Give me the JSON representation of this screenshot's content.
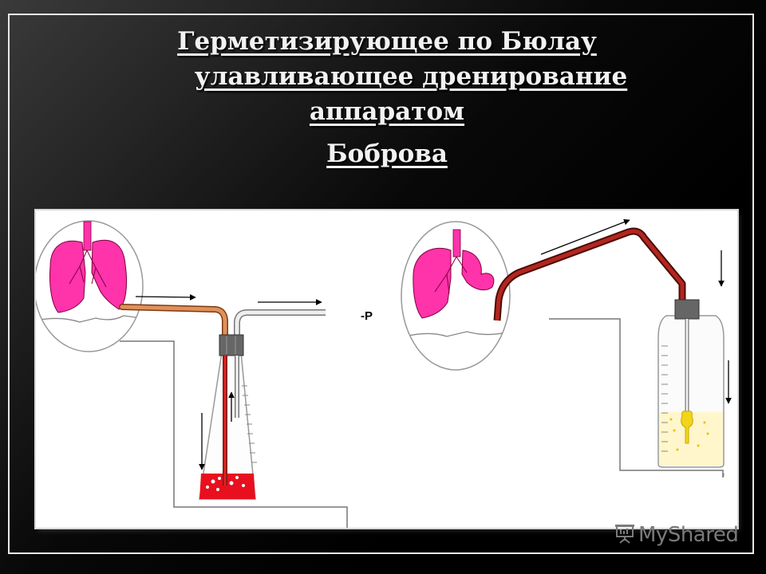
{
  "title": {
    "line1": "Герметизирующее    по  Бюлау",
    "line2": "улавливающее дренирование",
    "line3": "аппаратом",
    "line4": "Боброва"
  },
  "diagram": {
    "pressure_label": "-P"
  },
  "watermark": {
    "text": "MyShared",
    "icon": "presentation-icon"
  }
}
